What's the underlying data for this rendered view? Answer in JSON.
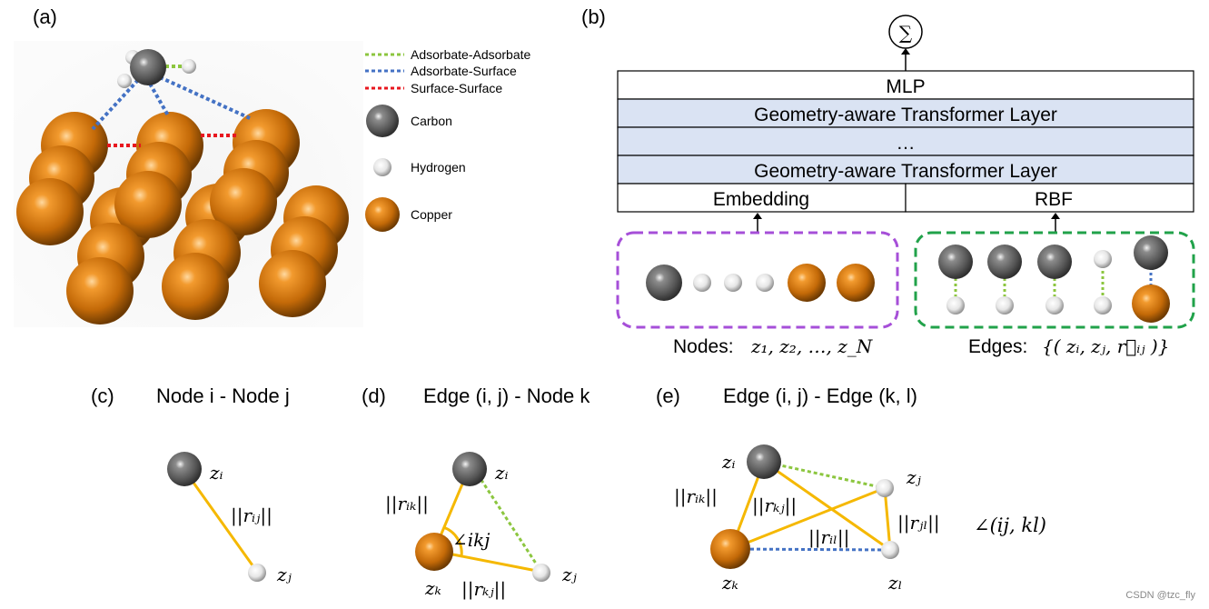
{
  "panels": {
    "a": {
      "label": "(a)"
    },
    "b": {
      "label": "(b)"
    },
    "c": {
      "label": "(c)"
    },
    "d": {
      "label": "(d)"
    },
    "e": {
      "label": "(e)"
    }
  },
  "legend": {
    "lines": [
      {
        "label": "Adsorbate-Adsorbate",
        "color": "#8cc63f"
      },
      {
        "label": "Adsorbate-Surface",
        "color": "#4472c4"
      },
      {
        "label": "Surface-Surface",
        "color": "#e8171f"
      }
    ],
    "atoms": [
      {
        "label": "Carbon",
        "kind": "carbon"
      },
      {
        "label": "Hydrogen",
        "kind": "hydrogen"
      },
      {
        "label": "Copper",
        "kind": "copper"
      }
    ]
  },
  "architecture": {
    "sum_symbol": "∑",
    "layers": [
      "MLP",
      "Geometry-aware Transformer Layer",
      "…",
      "Geometry-aware Transformer Layer"
    ],
    "embedding": "Embedding",
    "rbf": "RBF",
    "nodes_label": "Nodes:",
    "nodes_formula": "z₁, z₂, …, z_N",
    "edges_label": "Edges:",
    "edges_formula": "{( zᵢ, zⱼ, r⃗ᵢⱼ )}",
    "layer_color": "#dae3f3",
    "nodes_box_color": "#a64fd8",
    "edges_box_color": "#21a24a"
  },
  "interactions": {
    "c_title": "Node i - Node j",
    "d_title": "Edge (i, j) - Node k",
    "e_title": "Edge (i, j) - Edge (k, l)",
    "zi": "zᵢ",
    "zj": "zⱼ",
    "zk": "zₖ",
    "zl": "zₗ",
    "rij": "||rᵢⱼ||",
    "rik": "||rᵢₖ||",
    "rkj": "||rₖⱼ||",
    "ril": "||rᵢₗ||",
    "rjl": "||rⱼₗ||",
    "angle_ikj": "∠ikj",
    "angle_ijkl": "∠(ij, kl)",
    "bond_color": "#f5b800"
  },
  "watermark": "CSDN @tzc_fly"
}
